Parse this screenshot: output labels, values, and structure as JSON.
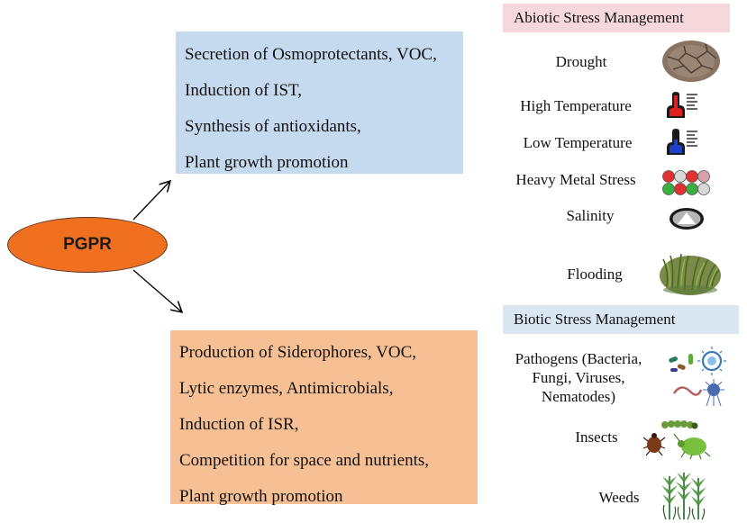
{
  "center": {
    "label": "PGPR"
  },
  "abiotic_mechanisms": {
    "lines": [
      "Secretion of Osmoprotectants, VOC,",
      "Induction of IST,",
      "Synthesis of antioxidants,",
      "Plant growth promotion"
    ]
  },
  "biotic_mechanisms": {
    "lines": [
      "Production of Siderophores, VOC,",
      "Lytic enzymes, Antimicrobials,",
      "Induction of ISR,",
      "Competition for space and nutrients,",
      "Plant growth promotion"
    ]
  },
  "abiotic_stress": {
    "header": "Abiotic Stress Management",
    "items": [
      {
        "label": "Drought",
        "icon": "cracked-soil-icon"
      },
      {
        "label": "High Temperature",
        "icon": "thermometer-hot-icon"
      },
      {
        "label": "Low Temperature",
        "icon": "thermometer-cold-icon"
      },
      {
        "label": "Heavy Metal Stress",
        "icon": "metal-circles-icon"
      },
      {
        "label": "Salinity",
        "icon": "salt-icon"
      },
      {
        "label": "Flooding",
        "icon": "flooded-plants-icon"
      }
    ]
  },
  "biotic_stress": {
    "header": "Biotic Stress Management",
    "items": [
      {
        "label_lines": [
          "Pathogens (Bacteria,",
          "Fungi, Viruses,",
          "Nematodes)"
        ],
        "icon": "pathogens-icon"
      },
      {
        "label": "Insects",
        "icon": "insects-icon"
      },
      {
        "label": "Weeds",
        "icon": "weeds-icon"
      }
    ]
  },
  "colors": {
    "pgpr_fill": "#f07020",
    "abiotic_box": "#c5d9ef",
    "biotic_box": "#f7bf94",
    "abiotic_header": "#f6d7dc",
    "biotic_header": "#dbe6f3"
  }
}
